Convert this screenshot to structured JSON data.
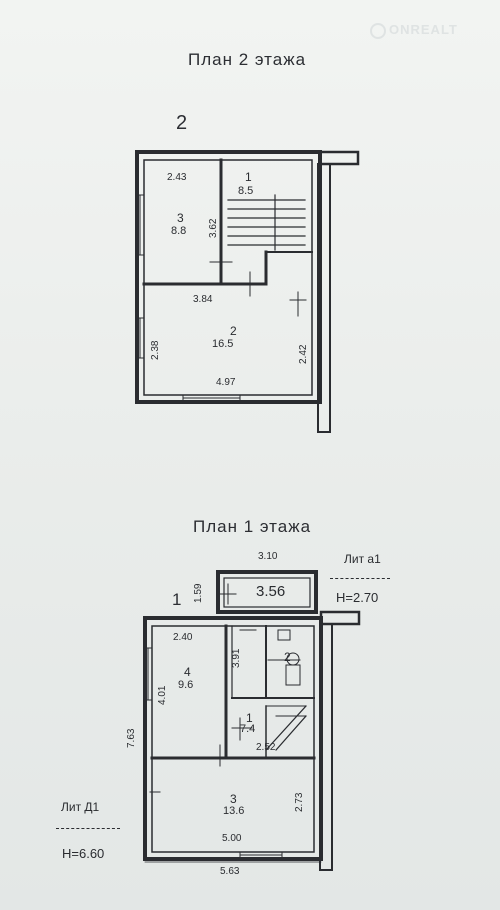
{
  "watermark": "ONREALT",
  "floor2": {
    "title": "План 2 этажа",
    "number": "2",
    "dims": {
      "top_left": "2.43",
      "stair_height": "3.62",
      "mid_width": "3.84",
      "left_height": "2.38",
      "right_height": "2.42",
      "bottom_width": "4.97"
    },
    "rooms": [
      {
        "num": "1",
        "area": "8.5"
      },
      {
        "num": "3",
        "area": "8.8"
      },
      {
        "num": "2",
        "area": "16.5"
      }
    ]
  },
  "floor1": {
    "title": "План 1 этажа",
    "number": "1",
    "dims": {
      "annex_width": "3.10",
      "annex_height": "1.59",
      "top_left": "2.40",
      "room4_height": "4.01",
      "bath_height": "3.91",
      "total_height": "7.63",
      "corridor_width": "2.52",
      "room3_height": "2.73",
      "inner_width": "5.00",
      "outer_width": "5.63"
    },
    "rooms": [
      {
        "num": "",
        "area": "3.56"
      },
      {
        "num": "4",
        "area": "9.6"
      },
      {
        "num": "2",
        "area": ""
      },
      {
        "num": "1",
        "area": "7.4"
      },
      {
        "num": "3",
        "area": "13.6"
      }
    ],
    "lit_a1": {
      "label": "Лит а1",
      "height": "H=2.70"
    },
    "lit_d1": {
      "label": "Лит Д1",
      "height": "H=6.60"
    }
  }
}
